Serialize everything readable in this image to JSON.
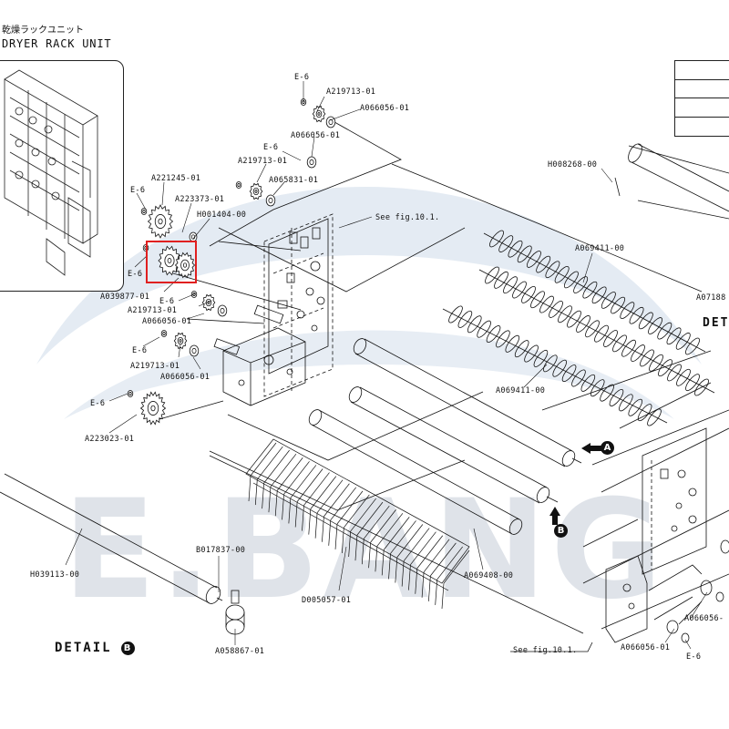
{
  "header": {
    "title_jp": "乾燥ラックユニット",
    "title_en": "DRYER RACK UNIT"
  },
  "watermark": {
    "text": "E.BANG",
    "color": "#dfe6ee"
  },
  "highlight_color": "#e02020",
  "detail_b": {
    "label": "DETAIL",
    "letter": "B"
  },
  "detail_right": {
    "label": "DET"
  },
  "markers": {
    "a": "A",
    "b": "B"
  },
  "parts": {
    "e6_top": "E-6",
    "a219713_top": "A219713-01",
    "a066056_top": "A066056-01",
    "a066056_2": "A066056-01",
    "e6_2": "E-6",
    "a219713_2": "A219713-01",
    "a065831": "A065831-01",
    "h008268": "H008268-00",
    "a221245": "A221245-01",
    "e6_3": "E-6",
    "a223373": "A223373-01",
    "h001404": "H001404-00",
    "see_fig_top": "See fig.10.1.",
    "a069411_top": "A069411-00",
    "e6_4": "E-6",
    "a071886": "A07188",
    "a039877": "A039877-01",
    "e6_5": "E-6",
    "a219713_3": "A219713-01",
    "a066056_3": "A066056-01",
    "e6_6": "E-6",
    "a219713_4": "A219713-01",
    "a066056_4": "A066056-01",
    "a069411_mid": "A069411-00",
    "e6_7": "E-6",
    "a223023": "A223023-01",
    "h039113": "H039113-00",
    "b017837": "B017837-00",
    "a069408": "A069408-00",
    "d005057": "D005057-01",
    "a058867": "A058867-01",
    "see_fig_bottom": "See fig.10.1.",
    "a066056_5": "A066056-01",
    "e6_8": "E-6",
    "a066056_right": "A066056-"
  }
}
